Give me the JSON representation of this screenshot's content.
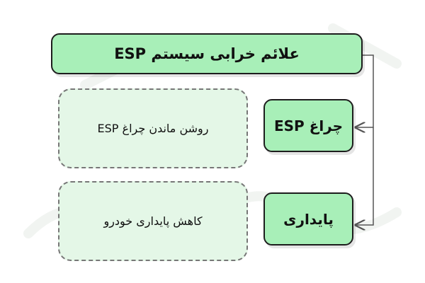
{
  "diagram": {
    "title": "علائم خرابی سیستم ESP",
    "items": [
      {
        "label": "چراغ ESP",
        "description": "روشن ماندن چراغ ESP"
      },
      {
        "label": "پایداری",
        "description": "کاهش پایداری خودرو"
      }
    ]
  },
  "colors": {
    "box_fill": "#a8efb8",
    "desc_fill": "#e4f7e7",
    "border": "#1d1d1d",
    "dashed_border": "#777777",
    "connector": "#555555"
  }
}
